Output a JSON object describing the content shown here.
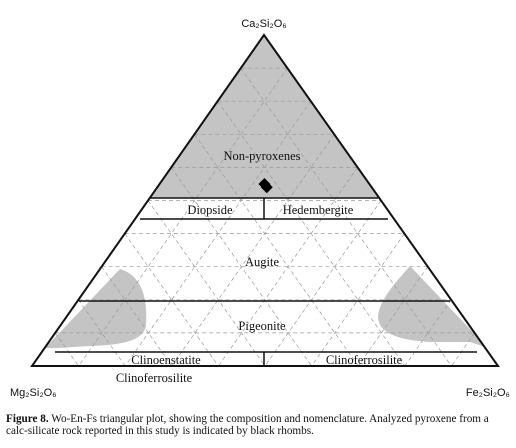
{
  "vertices": {
    "top": "Ca₂Si₂O₆",
    "left": "Mg₂Si₂O₆",
    "right": "Fe₂Si₂O₆"
  },
  "fields": {
    "non_pyroxenes": "Non-pyroxenes",
    "diopside": "Diopside",
    "hedenbergite": "Hedembergite",
    "augite": "Augite",
    "pigeonite": "Pigeonite",
    "clinoenstatite": "Clinoenstatite",
    "clinoferrosilite": "Clinoferrosilite",
    "clinoferrosilite_below": "Clinoferrosilite"
  },
  "caption": {
    "figure_label": "Figure 8.",
    "text": " Wo-En-Fs triangular plot, showing the composition and nomenclature. Analyzed pyroxene from a calc-silicate rock reported in this study is indicated by black rhombs."
  },
  "colors": {
    "shade": "#c4c4c4",
    "lines": "#111111",
    "grid": "#9a9a9a",
    "sample": "#000000"
  },
  "sample_points": [
    {
      "wo": 0.55,
      "en": 0.225,
      "fs": 0.225
    },
    {
      "wo": 0.54,
      "en": 0.225,
      "fs": 0.235
    }
  ]
}
